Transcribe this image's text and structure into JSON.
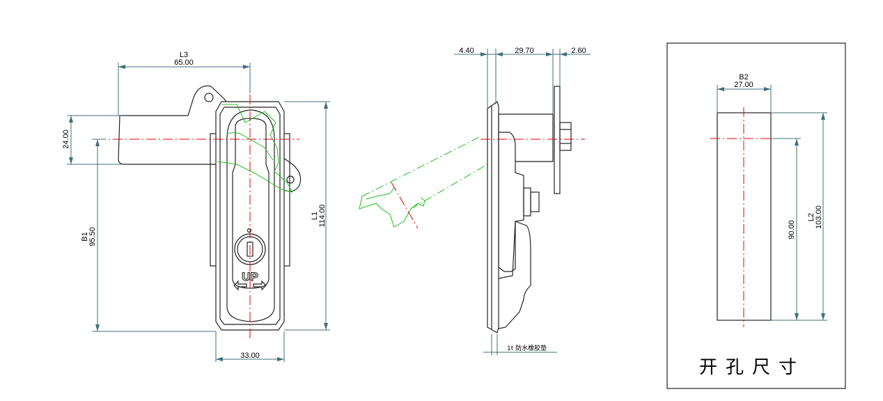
{
  "front_view": {
    "l3_name": "L3",
    "l3_value": "65.00",
    "d24_value": "24.00",
    "b1_name": "B1",
    "b1_value": "95.50",
    "l1_name": "L1",
    "l1_value": "114.00",
    "width_value": "33.00",
    "up_label": "UP"
  },
  "side_view": {
    "dim_left": "4.40",
    "dim_mid": "29.70",
    "dim_right": "2.60",
    "gasket_label": "1t 防水橡胶垫"
  },
  "cutout": {
    "title": "开孔尺寸",
    "b2_name": "B2",
    "b2_value": "27.00",
    "inner_height": "90.00",
    "l2_name": "L2",
    "l2_value": "103.00"
  }
}
